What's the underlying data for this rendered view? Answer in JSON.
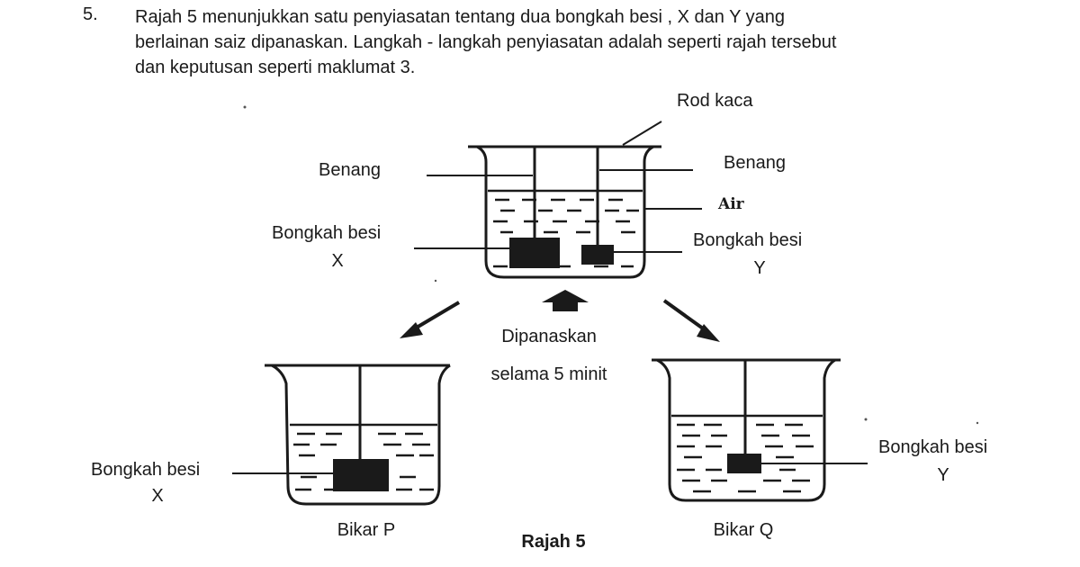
{
  "question": {
    "number": "5.",
    "lines": [
      "Rajah 5 menunjukkan satu penyiasatan tentang  dua bongkah besi , X dan Y  yang",
      "berlainan saiz  dipanaskan. Langkah - langkah penyiasatan adalah seperti rajah tersebut",
      "dan keputusan seperti maklumat 3."
    ]
  },
  "labels": {
    "rod": "Rod kaca",
    "thread_left": "Benang",
    "thread_right": "Benang",
    "water": "Air",
    "block_x_top": "Bongkah besi",
    "block_x_top_letter": "X",
    "block_y_top": "Bongkah besi",
    "block_y_top_letter": "Y",
    "heated_1": "Dipanaskan",
    "heated_2": "selama 5 minit",
    "block_x_p": "Bongkah besi",
    "block_x_p_letter": "X",
    "beaker_p": "Bikar P",
    "block_y_q": "Bongkah besi",
    "block_y_q_letter": "Y",
    "beaker_q": "Bikar Q",
    "caption": "Rajah 5"
  }
}
